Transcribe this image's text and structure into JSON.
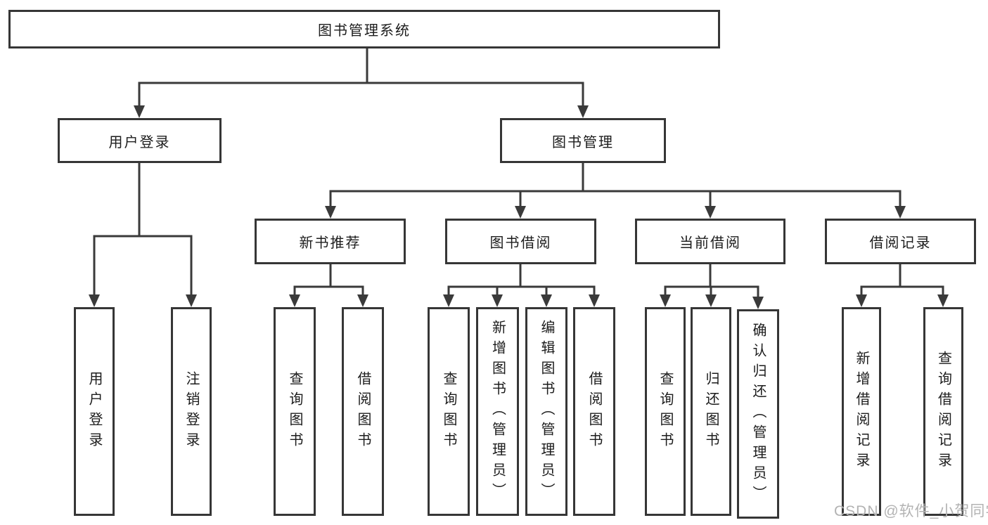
{
  "tree": {
    "root": {
      "label": "图书管理系统"
    },
    "children": [
      {
        "label": "用户登录",
        "children": [
          {
            "label": "用户登录"
          },
          {
            "label": "注销登录"
          }
        ]
      },
      {
        "label": "图书管理",
        "children": [
          {
            "label": "新书推荐",
            "children": [
              {
                "label": "查询图书"
              },
              {
                "label": "借阅图书"
              }
            ]
          },
          {
            "label": "图书借阅",
            "children": [
              {
                "label": "查询图书"
              },
              {
                "label": "新增图书（管理员）"
              },
              {
                "label": "编辑图书（管理员）"
              },
              {
                "label": "借阅图书"
              }
            ]
          },
          {
            "label": "当前借阅",
            "children": [
              {
                "label": "查询图书"
              },
              {
                "label": "归还图书"
              },
              {
                "label": "确认归还（管理员）"
              }
            ]
          },
          {
            "label": "借阅记录",
            "children": [
              {
                "label": "新增借阅记录"
              },
              {
                "label": "查询借阅记录"
              }
            ]
          }
        ]
      }
    ]
  },
  "watermark": "CSDN @软件_小贺同学",
  "colors": {
    "line": "#3a3a3a",
    "box_border": "#363636",
    "text": "#1c1c1c",
    "watermark": "#b3b3b3",
    "background": "#ffffff"
  }
}
